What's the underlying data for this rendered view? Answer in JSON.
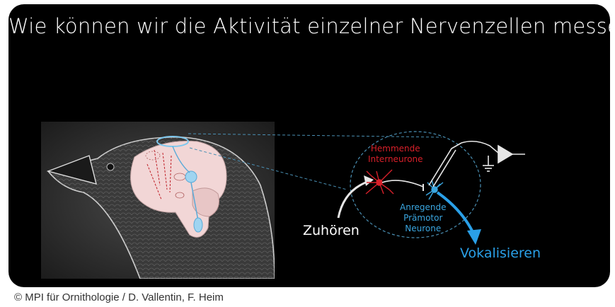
{
  "slide": {
    "title": "Wie können wir die Aktivität einzelner Nervenzellen messen?",
    "background_color": "#000000"
  },
  "labels": {
    "inhibitory": [
      "Hemmende",
      "Interneurone"
    ],
    "excitatory": [
      "Anregende",
      "Prämotor",
      "Neurone"
    ],
    "hearing": "Zuhören",
    "vocalizing": "Vokalisieren"
  },
  "colors": {
    "inhibitory": "#d8202a",
    "excitatory": "#3aa6e0",
    "vocal_arrow": "#2aa0e8",
    "dashed_outline": "#4a8fb3"
  },
  "caption": "© MPI für Ornithologie / D. Vallentin, F. Heim"
}
